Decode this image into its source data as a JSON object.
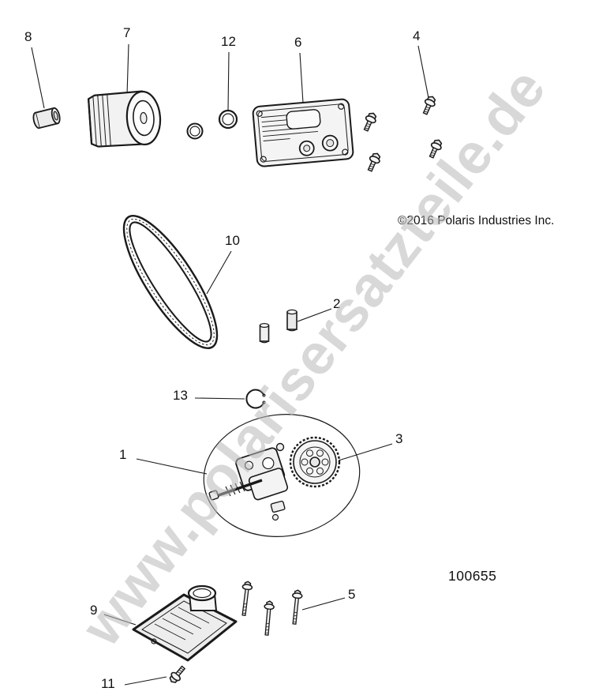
{
  "diagram": {
    "watermark": "www.polarisersatzteile.de",
    "copyright": "©2016 Polaris Industries Inc.",
    "part_number": "100655",
    "callouts": [
      {
        "label": "8"
      },
      {
        "label": "7"
      },
      {
        "label": "12"
      },
      {
        "label": "6"
      },
      {
        "label": "4"
      },
      {
        "label": "10"
      },
      {
        "label": "2"
      },
      {
        "label": "13"
      },
      {
        "label": "1"
      },
      {
        "label": "3"
      },
      {
        "label": "5"
      },
      {
        "label": "9"
      },
      {
        "label": "11"
      }
    ]
  }
}
